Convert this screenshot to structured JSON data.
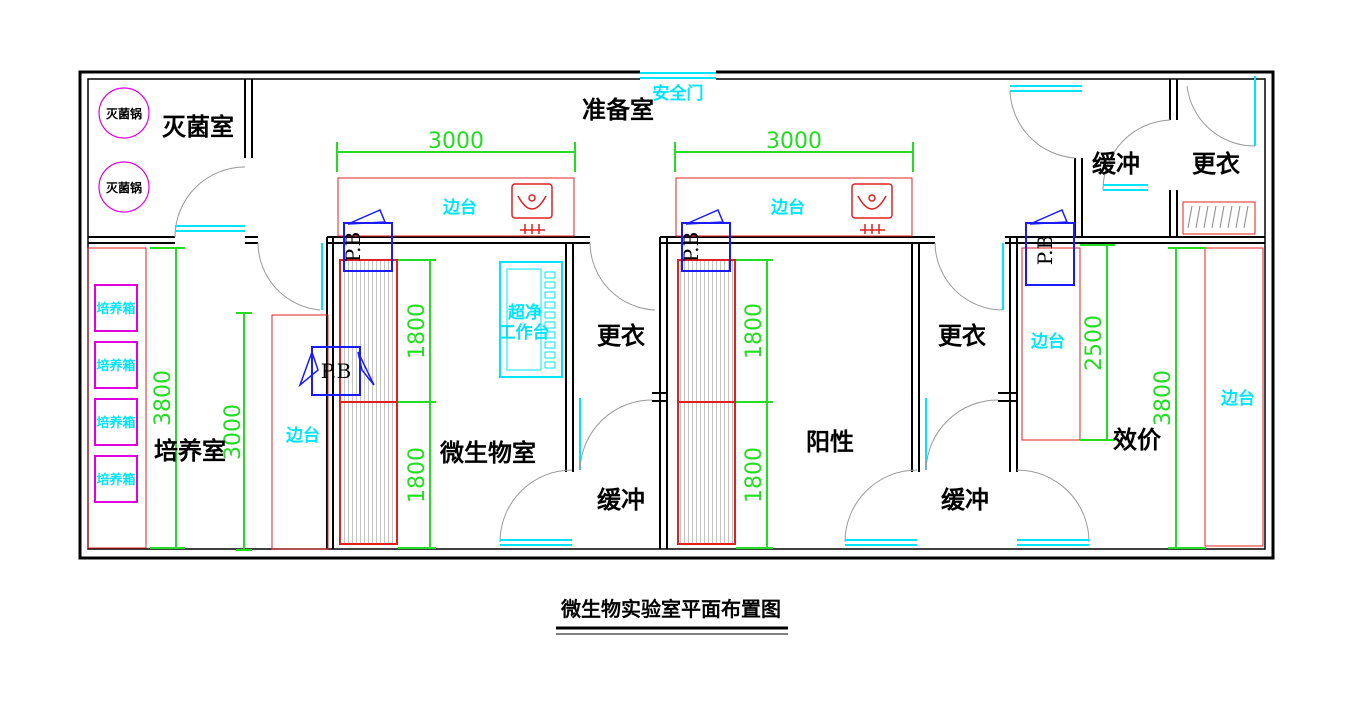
{
  "plan": {
    "title": "微生物实验室平面布置图",
    "rooms": {
      "sterilization": "灭菌室",
      "preparation": "准备室",
      "buffer_top_right": "缓冲",
      "changing_top_right": "更衣",
      "culture": "培养室",
      "microbiology": "微生物室",
      "changing_1": "更衣",
      "buffer_1": "缓冲",
      "positive": "阳性",
      "changing_2": "更衣",
      "buffer_2": "缓冲",
      "potency": "效价"
    },
    "labels": {
      "safety_door": "安全门",
      "autoclave_1": "灭菌锅",
      "autoclave_2": "灭菌锅",
      "bench_top_1": "边台",
      "bench_top_2": "边台",
      "bench_culture": "边台",
      "bench_potency_1": "边台",
      "bench_potency_2": "边台",
      "clean_bench_line1": "超净",
      "clean_bench_line2": "工作台",
      "incubator_1": "培养箱",
      "incubator_2": "培养箱",
      "incubator_3": "培养箱",
      "incubator_4": "培养箱",
      "pass_box": "P.B"
    },
    "dimensions": {
      "top_1": "3000",
      "top_2": "3000",
      "culture_outer": "3800",
      "culture_inner": "3000",
      "micro_upper": "1800",
      "micro_lower": "1800",
      "positive_upper": "1800",
      "positive_lower": "1800",
      "potency_inner": "2500",
      "potency_outer": "3800"
    },
    "colors": {
      "wall": "#000000",
      "door": "#00e5ff",
      "dimension": "#22dd22",
      "equipment": "#e02020",
      "pass_box": "#1a1aff",
      "incubator": "#e000e0"
    }
  }
}
